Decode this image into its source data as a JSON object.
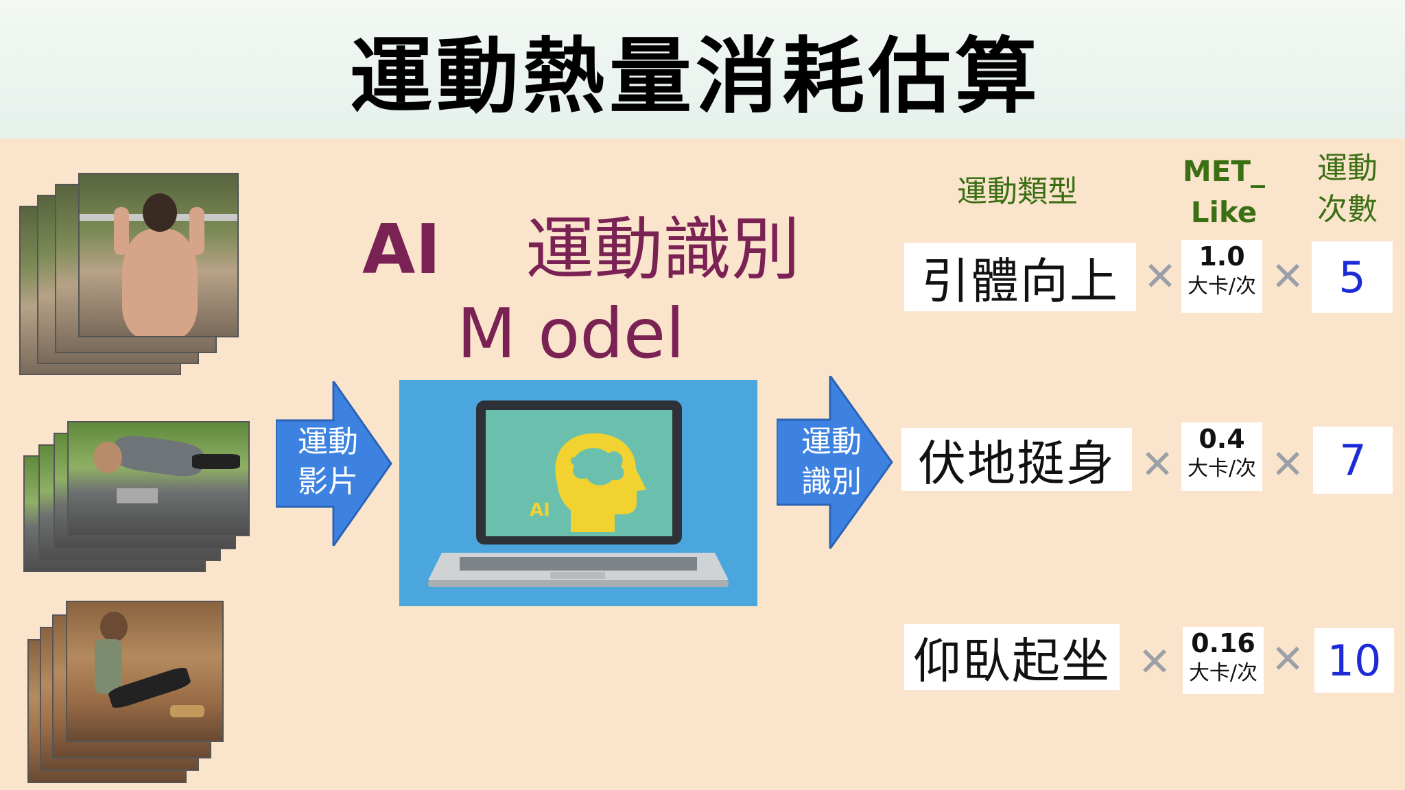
{
  "title": "運動熱量消耗估算",
  "model": {
    "line1_prefix": "AI",
    "line1_suffix": "運動識別",
    "line2": "M odel",
    "icon_label": "AI"
  },
  "arrows": {
    "input_line1": "運動",
    "input_line2": "影片",
    "output_line1": "運動",
    "output_line2": "識別"
  },
  "table": {
    "headers": {
      "type": "運動類型",
      "met_line1": "MET_",
      "met_line2": "Like",
      "count_line1": "運動",
      "count_line2": "次數"
    },
    "operator": "✕",
    "rows": [
      {
        "exercise": "引體向上",
        "met": "1.0",
        "unit": "大卡/次",
        "count": "5"
      },
      {
        "exercise": "伏地挺身",
        "met": "0.4",
        "unit": "大卡/次",
        "count": "7"
      },
      {
        "exercise": "仰臥起坐",
        "met": "0.16",
        "unit": "大卡/次",
        "count": "10"
      }
    ]
  },
  "colors": {
    "background": "#fbe4cc",
    "model_text": "#7a2253",
    "header_text": "#3b6f14",
    "count_text": "#1d2bd6",
    "arrow": "#3d82e0",
    "panel": "#4aa6dc"
  }
}
